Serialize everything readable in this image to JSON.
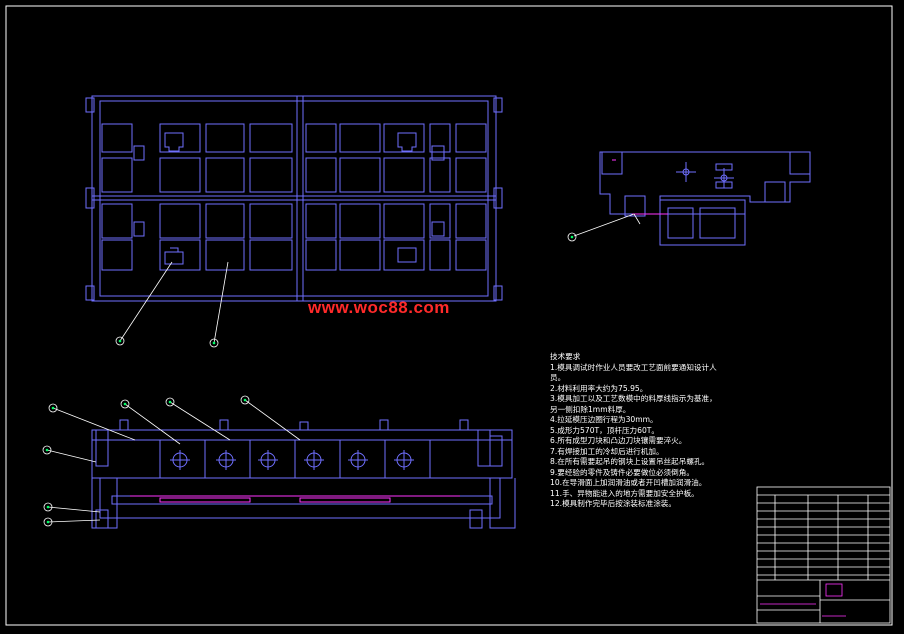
{
  "watermark": "www.woc88.com",
  "tech_requirements": {
    "title": "技术要求",
    "items": [
      "1.模具调试时作业人员要改工艺面前要通知设计人员。",
      "2.材料利用率大约为75.95。",
      "3.模具加工以及工艺数模中的料厚线指示为基准，另一侧扣除1mm料厚。",
      "4.拉延模压边圈行程为30mm。",
      "5.成形力570T，顶杆压力60T。",
      "6.所有成型刀块和凸边刀块镶需要淬火。",
      "7.有焊接加工的冷却后进行机加。",
      "8.在所有需要起吊的钢块上设置吊丝起吊螺孔。",
      "9.要经验的零件及铸件必要做位必须倒角。",
      "10.在导滑面上加润滑油或者开凹槽加润滑油。",
      "11.手、异物能进入的地方需要加安全护板。",
      "12.模具制作完毕后按涂装标准涂装。"
    ]
  },
  "colors": {
    "background": "#000000",
    "outline": "#6f6fff",
    "border": "#ffffff",
    "watermark": "#ff2a2a",
    "leader": "#ffffff",
    "callout": "#00ff66",
    "accent": "#ff33ff"
  }
}
